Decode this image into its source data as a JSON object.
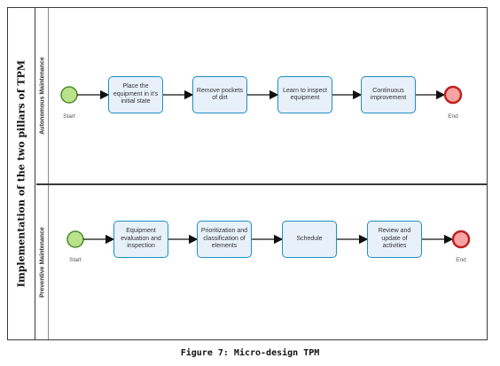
{
  "pool": {
    "label": "Implementation of the two pillars of TPM"
  },
  "lanes": [
    {
      "label": "Autonomous Maintenance",
      "start_label": "Start",
      "end_label": "End",
      "tasks": [
        "Place the equipment in it's initial state",
        "Remove pockets of dirt",
        "Learn to inspect equipment",
        "Continuous improvement"
      ]
    },
    {
      "label": "Preventive Maintenance",
      "start_label": "Start",
      "end_label": "End",
      "tasks": [
        "Equipment evaluation and inspection",
        "Prioritization and classification of elements",
        "Schedule",
        "Review and update of activities"
      ]
    }
  ],
  "caption": "Figure 7: Micro-design TPM",
  "colors": {
    "start_fill": "#b9e28a",
    "start_stroke": "#4a8a2a",
    "end_fill": "#f7a3a3",
    "end_stroke": "#c02020",
    "task_stroke": "#1f8fc6",
    "task_fill": "#e8f0fa"
  }
}
